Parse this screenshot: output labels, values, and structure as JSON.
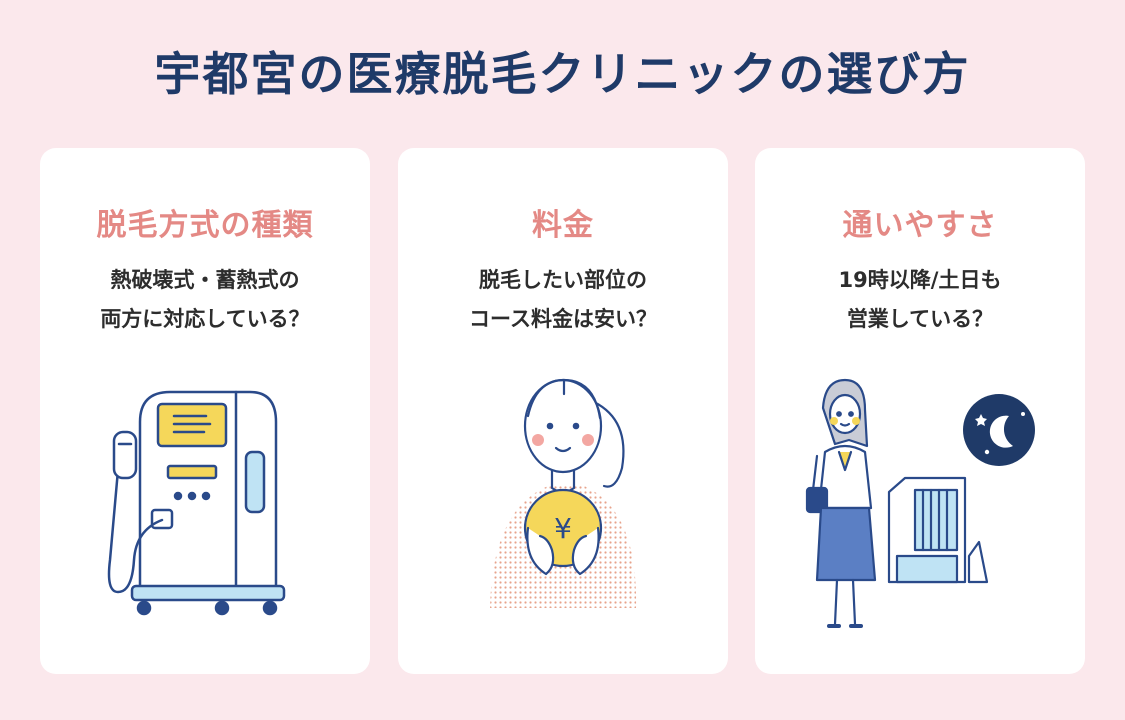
{
  "title": "宇都宮の医療脱毛クリニックの選び方",
  "cards": [
    {
      "heading": "脱毛方式の種類",
      "line1": "熱破壊式・蓄熱式の",
      "line2": "両方に対応している？",
      "illustration": "laser-machine-icon"
    },
    {
      "heading": "料金",
      "line1": "脱毛したい部位の",
      "line2": "コース料金は安い？",
      "illustration": "woman-holding-yen-coin-icon",
      "coin_symbol": "¥"
    },
    {
      "heading": "通いやすさ",
      "line1": "19時以降/土日も",
      "line2": "営業している？",
      "illustration": "woman-building-night-icon"
    }
  ],
  "colors": {
    "background": "#fbe8ec",
    "title": "#1f3a68",
    "heading": "#e48985",
    "card": "#ffffff",
    "outline": "#2a4a8a",
    "accent_yellow": "#f5d75a",
    "accent_blue": "#bfe3f4"
  }
}
